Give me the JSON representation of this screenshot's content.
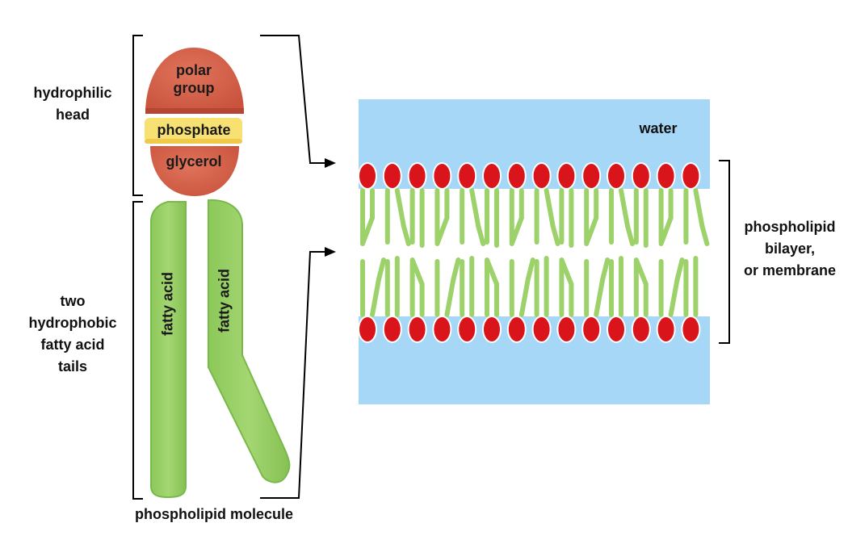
{
  "labels": {
    "hydrophilic_head_1": "hydrophilic",
    "hydrophilic_head_2": "head",
    "tails_1": "two",
    "tails_2": "hydrophobic",
    "tails_3": "fatty acid",
    "tails_4": "tails",
    "molecule": "phospholipid molecule",
    "water": "water",
    "bilayer_1": "phospholipid",
    "bilayer_2": "bilayer,",
    "bilayer_3": "or membrane"
  },
  "molecule_parts": {
    "polar_1": "polar",
    "polar_2": "group",
    "phosphate": "phosphate",
    "glycerol": "glycerol",
    "fatty_acid_left": "fatty acid",
    "fatty_acid_right": "fatty acid"
  },
  "colors": {
    "water": "#a6d7f7",
    "polar_head": "#d9614a",
    "phosphate": "#f7e173",
    "tail": "#9dd16a",
    "tail_edge": "#6fb43f",
    "membrane_head": "#d9151b",
    "line": "#000000"
  },
  "bilayer": {
    "heads_per_row": 14,
    "rows": [
      "top",
      "bottom"
    ]
  }
}
